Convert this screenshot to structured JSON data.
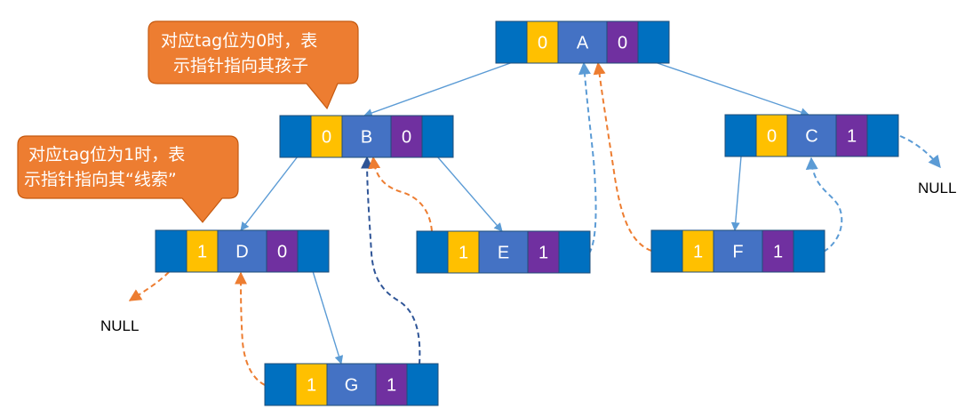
{
  "colors": {
    "pointer_cell": "#0070c0",
    "ltag_cell": "#ffc000",
    "data_cell": "#4472c4",
    "rtag_cell": "#7030a0",
    "cell_border": "#1f4e79",
    "child_edge": "#5b9bd5",
    "left_thread": "#ed7d31",
    "right_thread_light": "#5b9bd5",
    "right_thread_dark": "#2f5597",
    "callout_fill": "#ed7d31",
    "callout_border": "#c55a11"
  },
  "nodes": [
    {
      "id": "A",
      "ltag": "0",
      "data": "A",
      "rtag": "0"
    },
    {
      "id": "B",
      "ltag": "0",
      "data": "B",
      "rtag": "0"
    },
    {
      "id": "C",
      "ltag": "0",
      "data": "C",
      "rtag": "1"
    },
    {
      "id": "D",
      "ltag": "1",
      "data": "D",
      "rtag": "0"
    },
    {
      "id": "E",
      "ltag": "1",
      "data": "E",
      "rtag": "1"
    },
    {
      "id": "F",
      "ltag": "1",
      "data": "F",
      "rtag": "1"
    },
    {
      "id": "G",
      "ltag": "1",
      "data": "G",
      "rtag": "1"
    }
  ],
  "null_labels": {
    "right": "NULL",
    "left": "NULL"
  },
  "callouts": {
    "child": {
      "line1": "对应tag位为0时，表",
      "line2": "示指针指向其孩子"
    },
    "thread": {
      "line1": "对应tag位为1时，表",
      "line2": "示指针指向其“线索”"
    }
  }
}
